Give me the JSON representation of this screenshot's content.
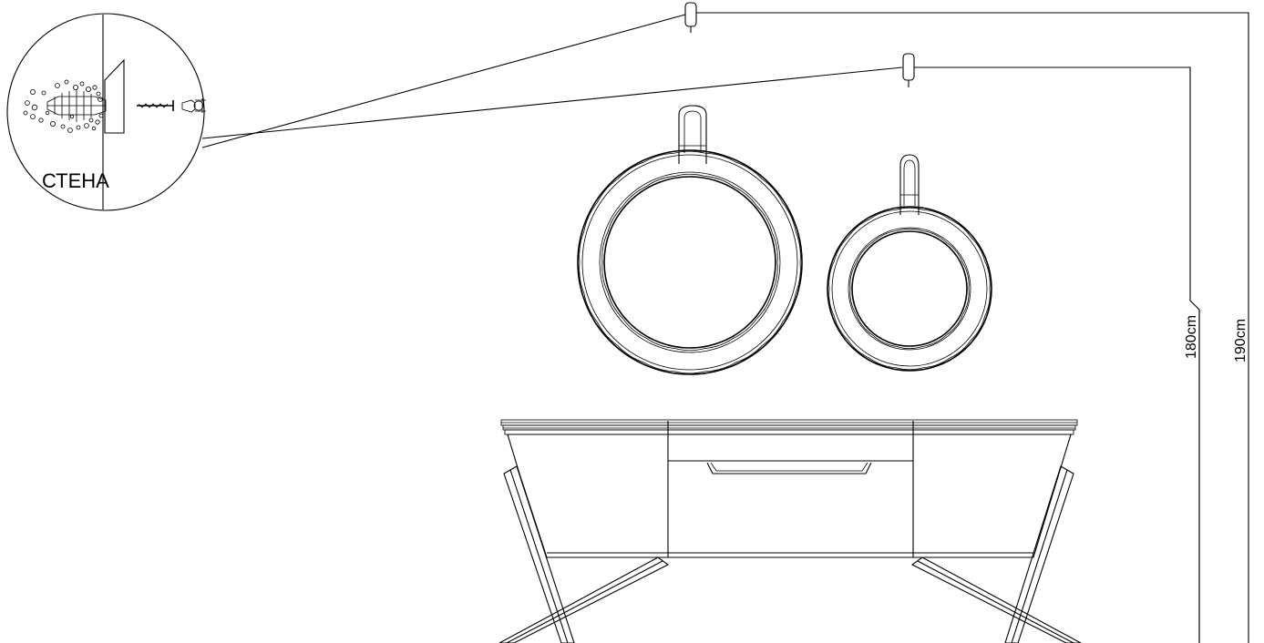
{
  "detail": {
    "wall_label": "СТЕНА"
  },
  "dimensions": {
    "lower_hook_height": "180cm",
    "upper_hook_height": "190cm"
  }
}
